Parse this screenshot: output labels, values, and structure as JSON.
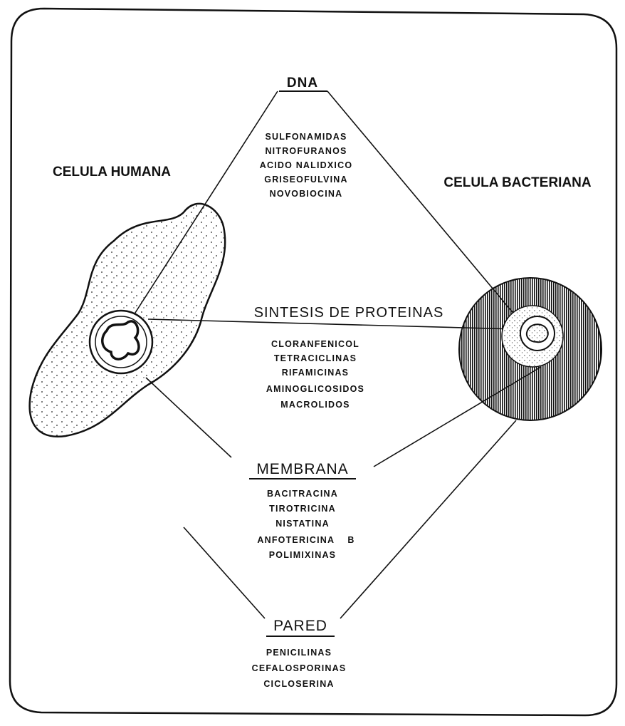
{
  "colors": {
    "ink": "#111111",
    "paper": "#ffffff"
  },
  "cells": {
    "human": "CELULA HUMANA",
    "bacterial": "CELULA BACTERIANA"
  },
  "targets": {
    "dna": {
      "label": "DNA",
      "drugs": [
        "SULFONAMIDAS",
        "NITROFURANOS",
        "ACIDO NALIDXICO",
        "GRISEOFULVINA",
        "NOVOBIOCINA"
      ]
    },
    "protein": {
      "label": "SINTESIS DE PROTEINAS",
      "drugs": [
        "CLORANFENICOL",
        "TETRACICLINAS",
        "RIFAMICINAS",
        "AMINOGLICOSIDOS",
        "MACROLIDOS"
      ]
    },
    "membrane": {
      "label": "MEMBRANA",
      "drugs": [
        "BACITRACINA",
        "TIROTRICINA",
        "NISTATINA",
        "ANFOTERICINA B",
        "POLIMIXINAS"
      ]
    },
    "wall": {
      "label": "PARED",
      "drugs": [
        "PENICILINAS",
        "CEFALOSPORINAS",
        "CICLOSERINA"
      ]
    }
  }
}
